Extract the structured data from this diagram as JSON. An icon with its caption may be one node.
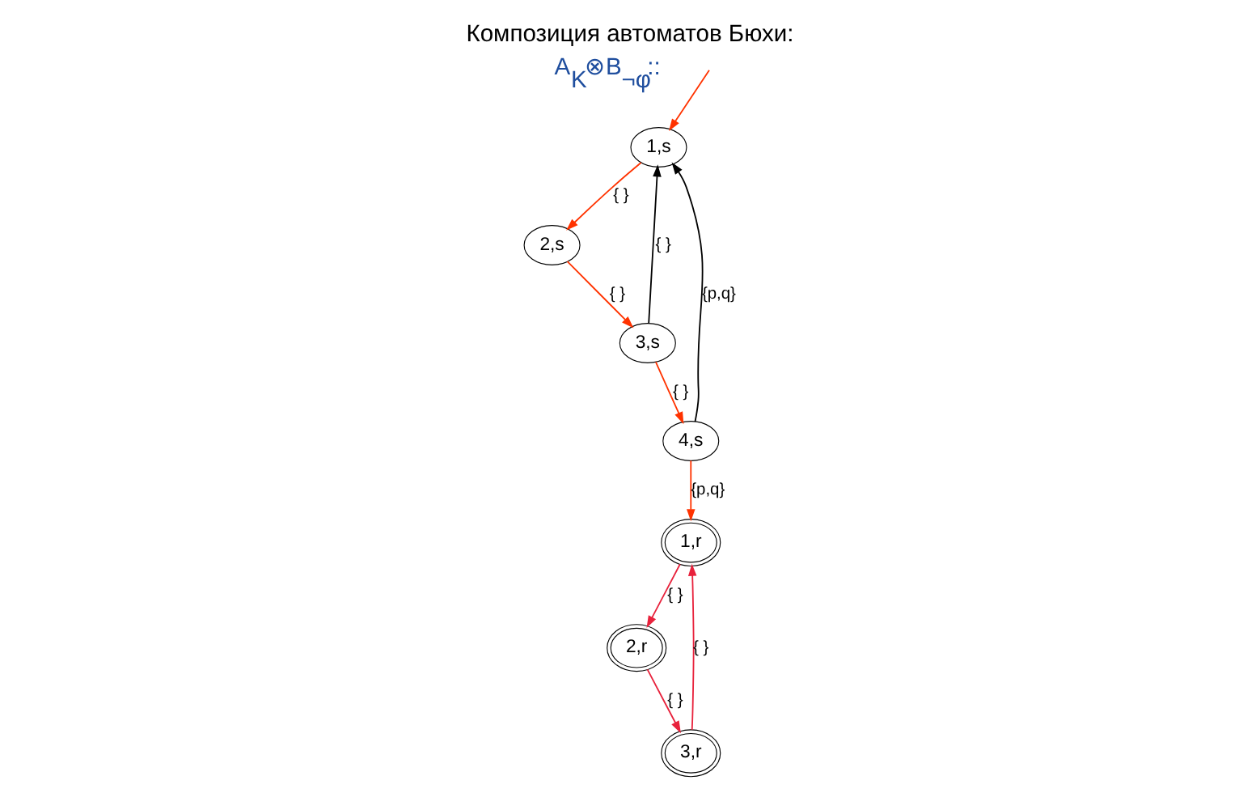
{
  "diagram": {
    "title": "Композиция автоматов Бюхи:",
    "nodes": [
      {
        "text": [
          "1,s"
        ]
      },
      {
        "text": [
          "2,s"
        ]
      },
      {
        "text": [
          "3,s"
        ]
      },
      {
        "text": [
          "4,s"
        ]
      },
      {
        "text": [
          "1,r"
        ]
      },
      {
        "text": [
          "2,r"
        ]
      },
      {
        "text": [
          "3,r"
        ]
      }
    ],
    "edges": [
      {
        "from": null,
        "to": 0,
        "arrow": "to",
        "color": "#ff3300"
      },
      {
        "from": 0,
        "to": 1,
        "arrow": "to",
        "label": "{ }",
        "color": "#ff3300"
      },
      {
        "from": 1,
        "to": 2,
        "arrow": "to",
        "label": "{ }",
        "color": "#ff3300"
      },
      {
        "from": 2,
        "to": 0,
        "arrow": "to",
        "label": "{ }",
        "color": "#000000"
      },
      {
        "from": 2,
        "to": 3,
        "arrow": "to",
        "label": "{ }",
        "color": "#ff3300"
      },
      {
        "from": 3,
        "to": 0,
        "arrow": "to",
        "label": "{p,q}",
        "color": "#000000"
      },
      {
        "from": 3,
        "to": 4,
        "arrow": "to",
        "label": "{p,q}",
        "color": "#ff3300"
      },
      {
        "from": 4,
        "to": 5,
        "arrow": "to",
        "label": "{ }",
        "color": "#e8223c"
      },
      {
        "from": 5,
        "to": 6,
        "arrow": "to",
        "label": "{ }",
        "color": "#e8223c"
      },
      {
        "from": 6,
        "to": 4,
        "arrow": "to",
        "label": "{ }",
        "color": "#e8223c"
      }
    ],
    "labels": [
      "A$_{K}$⊗B$_{¬φ}$::"
    ]
  }
}
